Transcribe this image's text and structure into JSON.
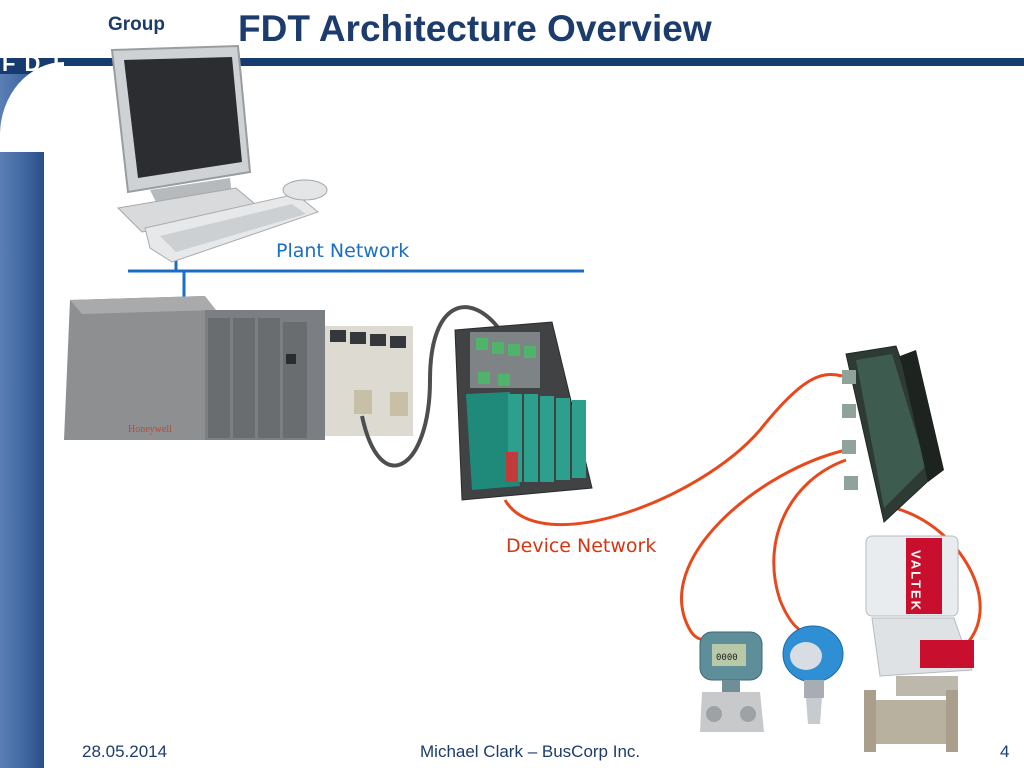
{
  "slide": {
    "title": "FDT Architecture Overview",
    "brand_group": "Group",
    "brand_logo": "FDT",
    "footer_date": "28.05.2014",
    "footer_author": "Michael Clark – BusCorp Inc.",
    "page_number": "4"
  },
  "diagram": {
    "plant_network_label": "Plant Network",
    "device_network_label": "Device Network",
    "plant_network_color": "#1a6fc4",
    "device_network_color": "#e8481c",
    "controller_brand": "Honeywell",
    "valve_brand": "VALTEK",
    "transmitter_display": "0000"
  }
}
